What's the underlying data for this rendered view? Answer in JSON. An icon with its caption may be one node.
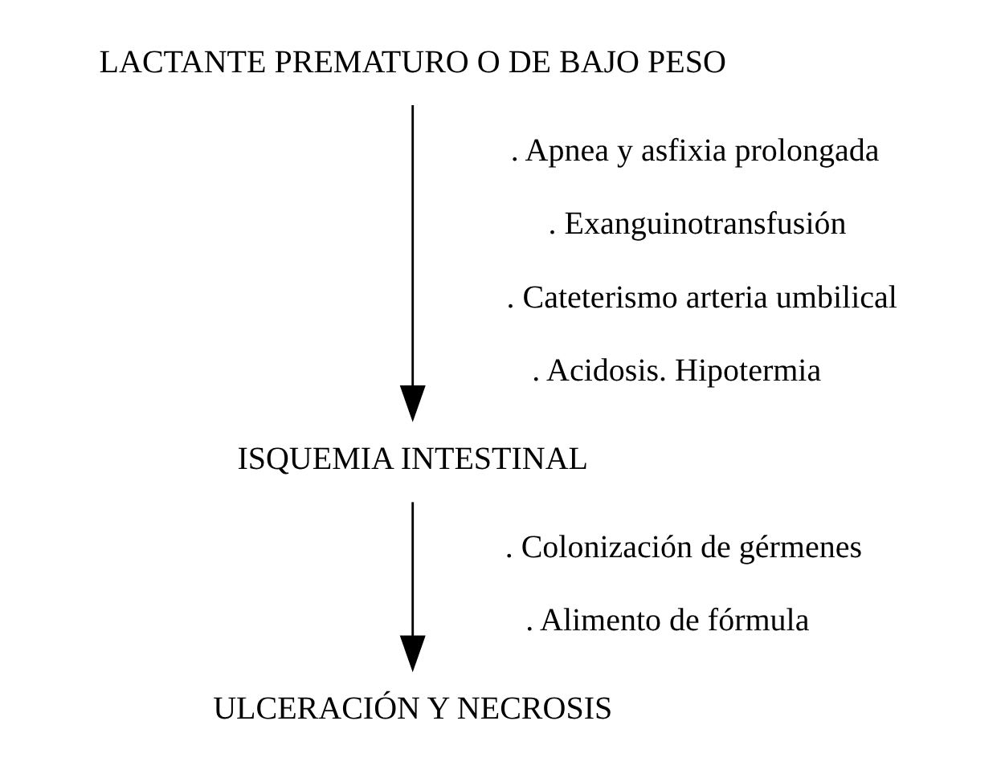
{
  "diagram": {
    "nodes": [
      {
        "text": [
          "LACTANTE PREMATURO O DE BAJO PESO"
        ]
      },
      {
        "text": [
          "ISQUEMIA INTESTINAL"
        ]
      },
      {
        "text": [
          "ULCERACIÓN Y NECROSIS"
        ]
      }
    ],
    "edges": [
      {
        "from": 0,
        "to": 1,
        "arrow": "to"
      },
      {
        "from": 1,
        "to": 2,
        "arrow": "to"
      }
    ],
    "labels": [
      ". Apnea y asfixia prolongada",
      ". Exanguinotransfusión",
      ". Cateterismo arteria umbilical",
      ". Acidosis. Hipotermia",
      ". Colonización de gérmenes",
      ". Alimento de fórmula"
    ]
  }
}
